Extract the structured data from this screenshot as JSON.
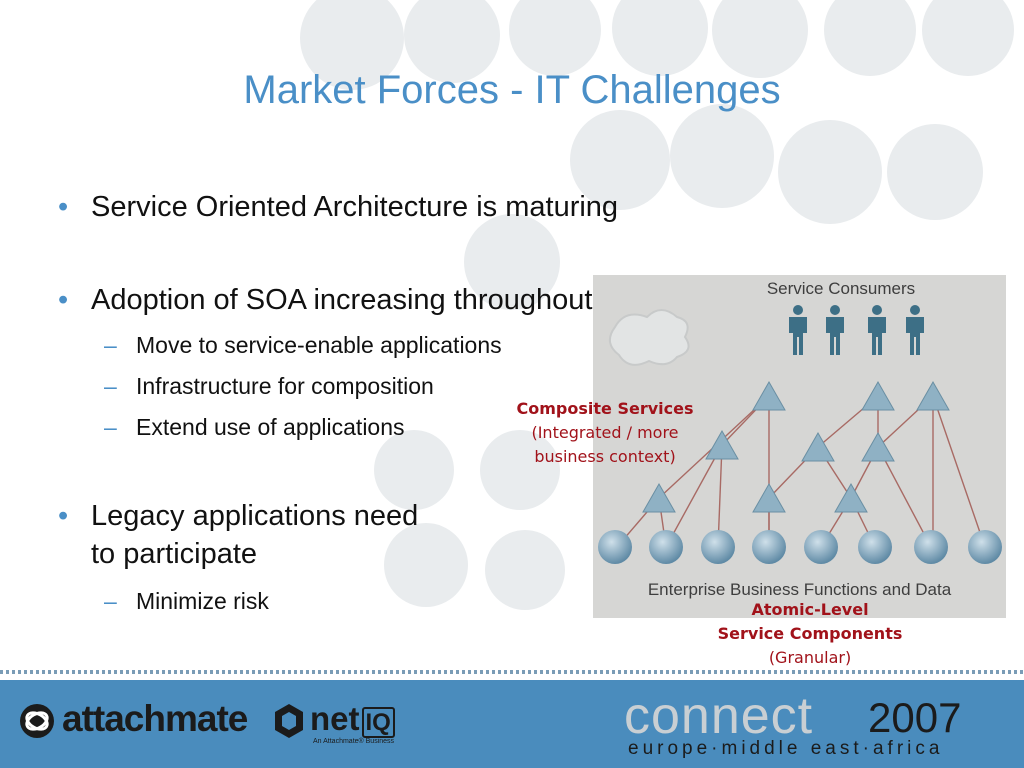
{
  "slide": {
    "title": "Market Forces - IT Challenges",
    "bullets": [
      {
        "text": "Service Oriented Architecture is maturing"
      },
      {
        "text": "Adoption of SOA increasing throughout IT",
        "sub": [
          "Move to service-enable applications",
          "Infrastructure for composition",
          "Extend use of applications"
        ]
      },
      {
        "text_line1": "Legacy applications need",
        "text_line2": "to participate",
        "sub": [
          "Minimize risk"
        ]
      }
    ],
    "bullet_glyph": "•",
    "dash_glyph": "–"
  },
  "diagram": {
    "top_label": "Service Consumers",
    "bottom_label": "Enterprise Business Functions and Data",
    "composite_callout": {
      "title": "Composite Services",
      "line1": "(Integrated / more",
      "line2": "business context)"
    },
    "atomic_callout": {
      "line1": "Atomic-Level",
      "line2": "Service Components",
      "line3": "(Granular)"
    }
  },
  "footer": {
    "brand1": "attachmate",
    "brand2": "net",
    "brand2_suffix": "IQ",
    "brand2_tagline": "An Attachmate® Business",
    "event_word": "connect",
    "event_year": "2007",
    "event_region": "europe·middle east·africa"
  },
  "colors": {
    "title": "#4a8fc7",
    "callout": "#a1121a",
    "footer": "#4a8cbd",
    "people": "#3d6f86",
    "node": "#7fa6bf"
  }
}
